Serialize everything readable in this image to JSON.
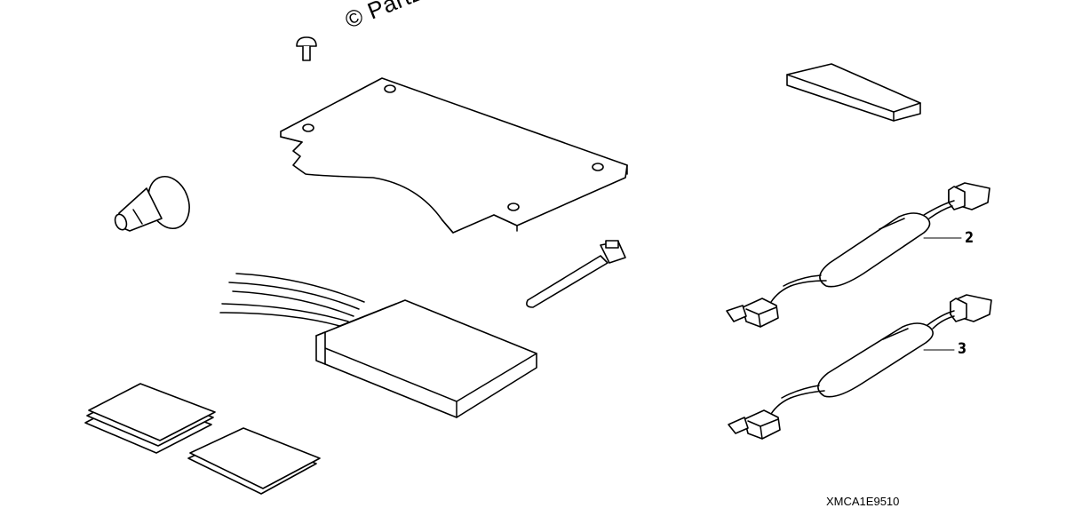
{
  "watermark": "© Partzilla",
  "diagram_code": "XMCA1E9510",
  "callouts": {
    "harness_upper": "2",
    "harness_lower": "3"
  },
  "colors": {
    "line": "#000000",
    "background": "#ffffff"
  }
}
